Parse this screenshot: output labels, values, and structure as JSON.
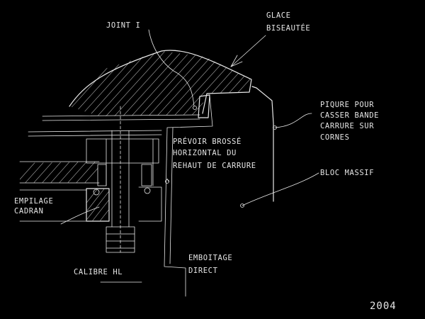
{
  "labels": {
    "joint": "JOINT I",
    "glace_1": "GLACE",
    "glace_2": "BISEAUTÉE",
    "piqure_1": "PIQURE POUR",
    "piqure_2": "CASSER BANDE",
    "piqure_3": "CARRURE SUR",
    "piqure_4": "CORNES",
    "brosse_1": "PRÉVOIR BROSSÉ",
    "brosse_2": "HORIZONTAL DU",
    "brosse_3": "REHAUT DE CARRURE",
    "bloc": "BLOC MASSIF",
    "empilage_1": "EMPILAGE",
    "empilage_2": "CADRAN",
    "emboitage_1": "EMBOITAGE",
    "emboitage_2": "DIRECT",
    "calibre": "CALIBRE HL",
    "year": "2004"
  },
  "colors": {
    "background": "#000000",
    "ink": "#e9e9e9"
  }
}
